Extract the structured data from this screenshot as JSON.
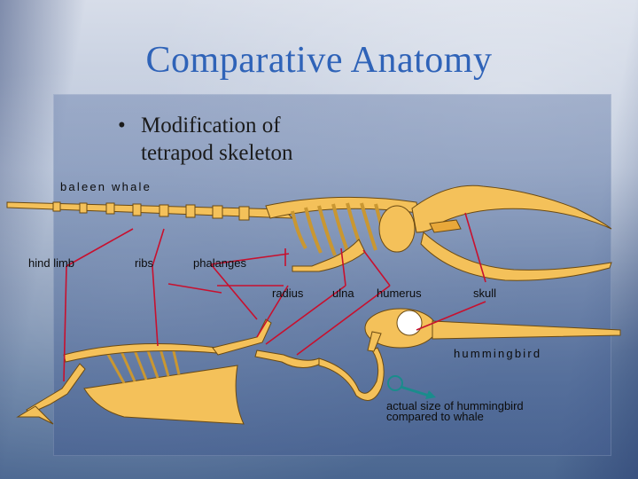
{
  "slide": {
    "title": "Comparative Anatomy",
    "bullet": {
      "line1": "Modification of",
      "line2": "tetrapod skeleton"
    }
  },
  "figure": {
    "labels": {
      "baleen_whale": "baleen whale",
      "hind_limb": "hind limb",
      "ribs": "ribs",
      "phalanges": "phalanges",
      "radius": "radius",
      "ulna": "ulna",
      "humerus": "humerus",
      "skull": "skull",
      "hummingbird": "hummingbird",
      "actual_size_line1": "actual size of hummingbird",
      "actual_size_line2": "compared to whale"
    }
  },
  "colors": {
    "title": "#2f63b8",
    "bone": "#f4c15a",
    "bone_outline": "#6b4a12",
    "pointer_lines": "#c8102e",
    "size_marker": "#1a8c8c"
  }
}
